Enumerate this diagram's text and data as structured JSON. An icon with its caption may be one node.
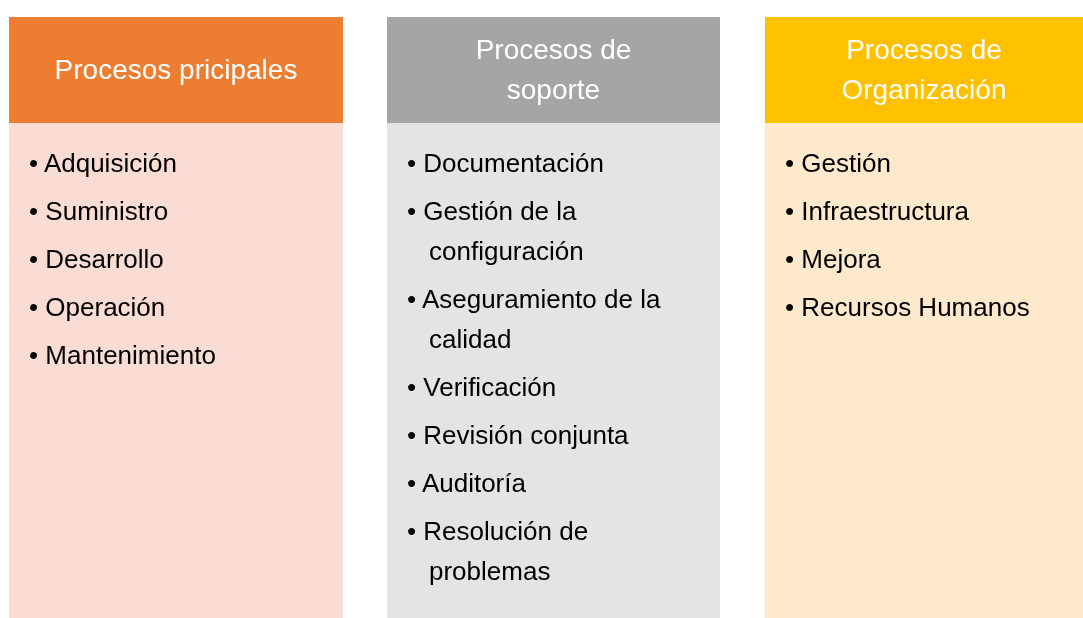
{
  "diagram": {
    "nodes": [
      {
        "text": [
          "Procesos pricipales"
        ]
      },
      {
        "text": [
          "• Adquisición",
          "• Suministro",
          "• Desarrollo",
          "• Operación",
          "• Mantenimiento"
        ]
      },
      {
        "text": [
          "Procesos de soporte"
        ]
      },
      {
        "text": [
          "• Documentación",
          "• Gestión de la configuración",
          "• Aseguramiento de la calidad",
          "• Verificación",
          "• Revisión conjunta",
          "• Auditoría",
          "• Resolución de problemas"
        ]
      },
      {
        "text": [
          "Procesos de Organización"
        ]
      },
      {
        "text": [
          "• Gestión",
          "• Infraestructura",
          "• Mejora",
          "• Recursos Humanos"
        ]
      }
    ]
  }
}
